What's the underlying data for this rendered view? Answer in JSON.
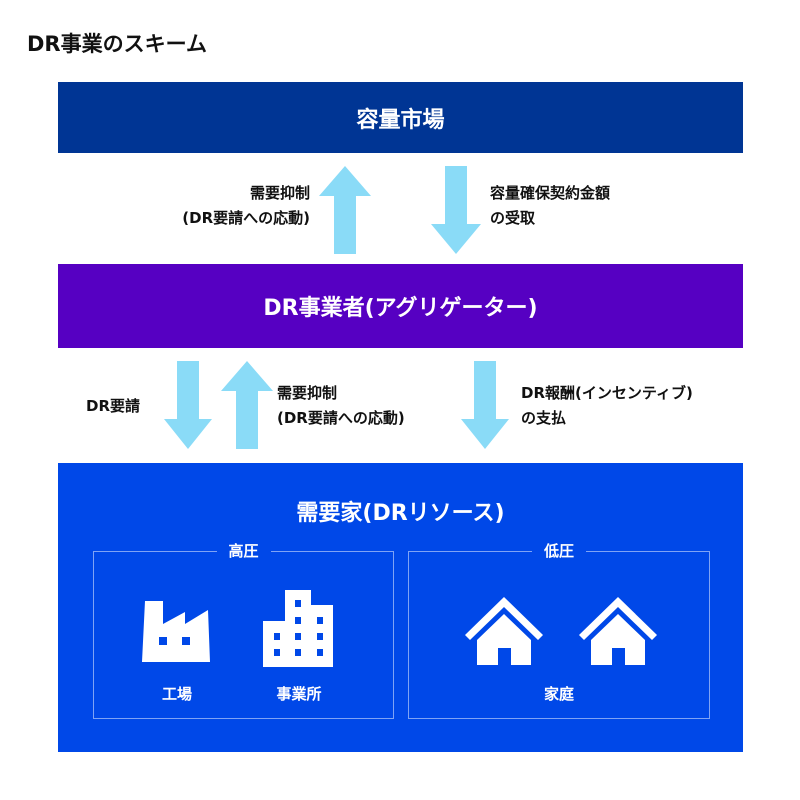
{
  "title": "DR事業のスキーム",
  "colors": {
    "market": "#003594",
    "aggregator": "#5600C2",
    "consumer": "#0048E8",
    "arrow": "#8ADBF7",
    "group_border": "#7FA3F5",
    "text_dark": "#111111",
    "text_light": "#ffffff"
  },
  "market": {
    "label": "容量市場"
  },
  "aggregator": {
    "label": "DR事業者(アグリゲーター)"
  },
  "consumer": {
    "label": "需要家(DRリソース)",
    "groups": [
      {
        "title": "高圧",
        "items": [
          {
            "label": "工場",
            "icon": "factory-icon"
          },
          {
            "label": "事業所",
            "icon": "office-building-icon"
          }
        ]
      },
      {
        "title": "低圧",
        "items": [
          {
            "label": "家庭",
            "icon": "house-icon"
          }
        ]
      }
    ]
  },
  "flows_upper": {
    "up": {
      "line1": "需要抑制",
      "line2": "(DR要請への応動)",
      "direction": "up"
    },
    "down": {
      "line1": "容量確保契約金額",
      "line2": "の受取",
      "direction": "down"
    }
  },
  "flows_lower": {
    "request": {
      "label": "DR要請",
      "direction": "down"
    },
    "response": {
      "line1": "需要抑制",
      "line2": "(DR要請への応動)",
      "direction": "up"
    },
    "payment": {
      "line1": "DR報酬(インセンティブ)",
      "line2": "の支払",
      "direction": "down"
    }
  }
}
